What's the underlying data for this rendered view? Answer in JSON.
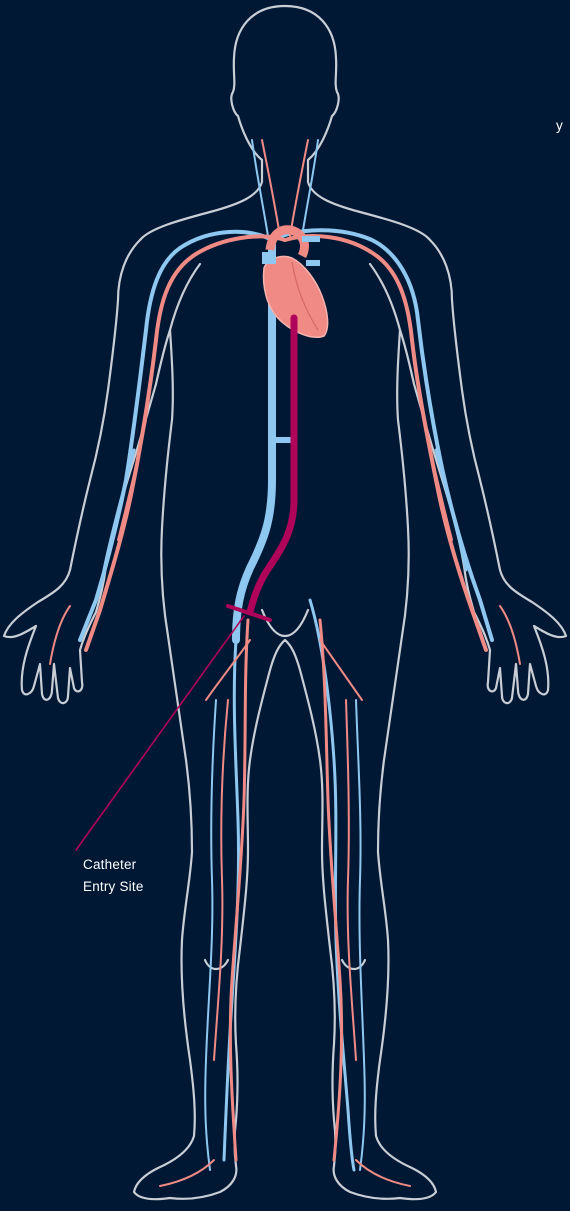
{
  "labels": {
    "top_fragment": "y",
    "catheter_line1": "Catheter",
    "catheter_line2": "Entry Site"
  },
  "colors": {
    "background": "#001834",
    "body_outline": "#c9ced6",
    "artery": "#f08a84",
    "vein": "#8ec7f0",
    "catheter": "#b0045a",
    "heart": "#ef8a84",
    "label_text": "#ffffff"
  }
}
